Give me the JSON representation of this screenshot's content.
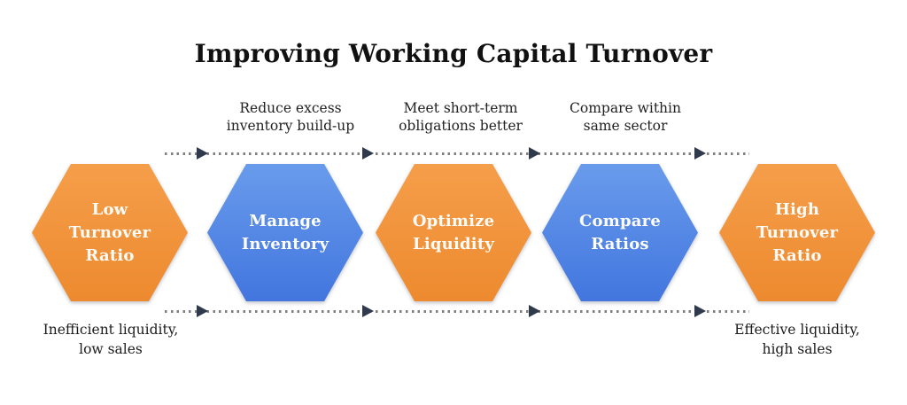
{
  "title": "Improving Working Capital Turnover",
  "colors": {
    "orange": "#F0923B",
    "orange_light": "#F59E4A",
    "orange_dark": "#ED8A2F",
    "blue": "#4E84E4",
    "blue_light": "#699BEC",
    "blue_dark": "#4276DE",
    "arrow": "#2F3B4D",
    "dot": "#7F7F7F",
    "ink": "#1F1F1F",
    "step_text": "#FDFCF8"
  },
  "steps": [
    {
      "label": "Low Turnover Ratio",
      "variant": "orange"
    },
    {
      "label": "Manage Inventory",
      "variant": "blue"
    },
    {
      "label": "Optimize Liquidity",
      "variant": "orange"
    },
    {
      "label": "Compare Ratios",
      "variant": "blue"
    },
    {
      "label": "High Turnover Ratio",
      "variant": "orange"
    }
  ],
  "top_annotations": [
    {
      "text": "Reduce excess inventory build-up"
    },
    {
      "text": "Meet short-term obligations better"
    },
    {
      "text": "Compare within same sector"
    }
  ],
  "bottom_annotations": [
    {
      "text": "Inefficient liquidity, low sales"
    },
    {
      "text": "Effective liquidity, high sales"
    }
  ]
}
